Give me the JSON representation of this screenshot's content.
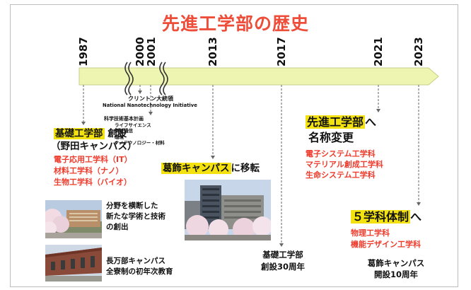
{
  "title": "先進工学部の歴史",
  "colors": {
    "title": "#ee4d3a",
    "accent_red": "#ee3b2c",
    "timeline_bar": "#eef5b0",
    "highlight": "#f3e20f"
  },
  "timeline": {
    "years": [
      "1987",
      "2000",
      "2001",
      "2013",
      "2017",
      "2021",
      "2023"
    ]
  },
  "events": {
    "clinton": {
      "line1": "クリントン大統領",
      "line2": "National Nanotechnology Initiative"
    },
    "plan": {
      "line1": "科学技術基本計画",
      "items": [
        "ライフサイエンス",
        "情報通信",
        "環境",
        "ナノテクノロジー・材料"
      ]
    },
    "founding": {
      "title_highlight": "基礎工学部",
      "title_rest": " 創設",
      "subtitle": "（野田キャンパス）",
      "departments": [
        "電子応用工学科（IT）",
        "材料工学科（ナノ）",
        "生物工学科（バイオ）"
      ]
    },
    "katsushika_move": {
      "highlight": "葛飾キャンパス",
      "rest": "に移転"
    },
    "anniversary30": {
      "line1": "基礎工学部",
      "line2": "創設30周年"
    },
    "rename": {
      "highlight": "先進工学部",
      "title_rest": "へ",
      "line2": "名称変更",
      "departments": [
        "電子システム工学科",
        "マテリアル創成工学科",
        "生命システム工学科"
      ]
    },
    "five_dept": {
      "highlight": "５学科体制",
      "rest": "へ",
      "departments": [
        "物理工学科",
        "機能デザイン工学科"
      ]
    },
    "katsushika10": {
      "line1": "葛飾キャンパス",
      "line2": "開設10周年"
    }
  },
  "captions": {
    "photo1": [
      "分野を横断した",
      "新たな学術と技術",
      "の創出"
    ],
    "photo2": [
      "長万部キャンパス",
      "全寮制の初年次教育"
    ]
  }
}
